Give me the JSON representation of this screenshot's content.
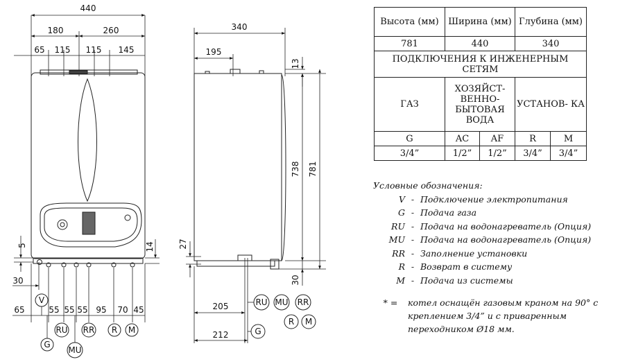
{
  "front_view": {
    "dims_top": [
      "440",
      "180",
      "260",
      "65",
      "115",
      "115",
      "145"
    ],
    "dims_left": [
      "5",
      "30",
      "65"
    ],
    "dims_right": [
      "14"
    ],
    "dims_bottom": [
      "55",
      "55",
      "55",
      "95",
      "70",
      "45"
    ],
    "connections": [
      "V",
      "RU",
      "RR",
      "R",
      "M",
      "G",
      "MU"
    ]
  },
  "side_view": {
    "dims_top": [
      "340",
      "195"
    ],
    "dims_right": [
      "13",
      "738",
      "781",
      "30"
    ],
    "dims_left": [
      "27"
    ],
    "dims_bottom": [
      "205",
      "212"
    ],
    "connections_top": [
      "RU",
      "MU",
      "RR"
    ],
    "connections_bottom": [
      "R",
      "M"
    ],
    "connection_gas": "G"
  },
  "table": {
    "header_height": "Высота (мм)",
    "header_width": "Ширина (мм)",
    "header_depth": "Глубина (мм)",
    "val_height": "781",
    "val_width": "440",
    "val_depth": "340",
    "connections_title": "ПОДКЛЮЧЕНИЯ К ИНЖЕНЕРНЫМ СЕТЯМ",
    "col_gas": "ГАЗ",
    "col_dhw": "ХОЗЯЙСТ- ВЕННО- БЫТОВАЯ ВОДА",
    "col_install": "УСТАНОВ- КА",
    "codes": [
      "G",
      "AC",
      "AF",
      "R",
      "M"
    ],
    "sizes": [
      "3/4”",
      "1/2”",
      "1/2”",
      "3/4”",
      "3/4”"
    ]
  },
  "legend": {
    "title": "Условные обозначения:",
    "items": [
      {
        "code": "V",
        "desc": "Подключение электропитания"
      },
      {
        "code": "G",
        "desc": "Подача газа"
      },
      {
        "code": "RU",
        "desc": "Подача на водонагреватель (Опция)"
      },
      {
        "code": "MU",
        "desc": "Подача на водонагреватель (Опция)"
      },
      {
        "code": "RR",
        "desc": "Заполнение установки"
      },
      {
        "code": "R",
        "desc": "Возврат в систему"
      },
      {
        "code": "M",
        "desc": "Подача из системы"
      }
    ],
    "note_star": "* =",
    "note_text": "котел оснащён газовым краном на 90° с креплением 3/4” и с приваренным переходником Ø18 мм."
  }
}
